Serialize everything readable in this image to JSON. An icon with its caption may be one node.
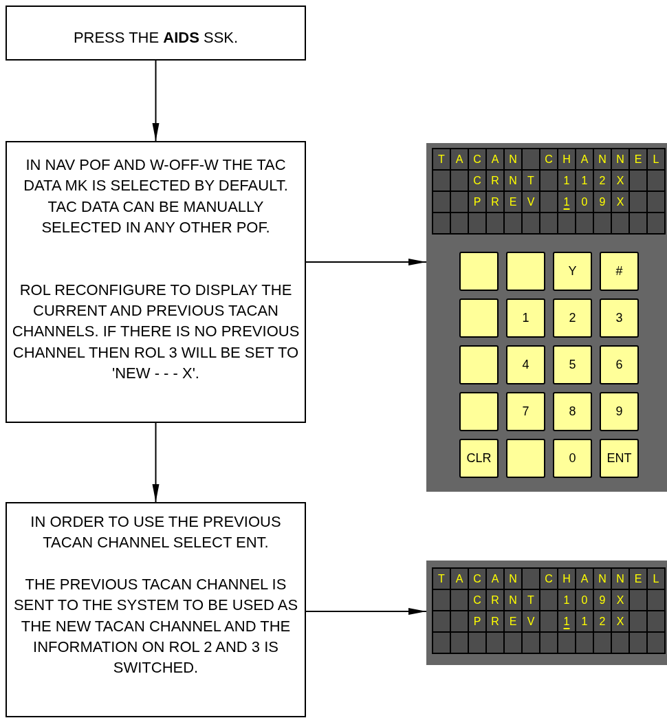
{
  "diagram": {
    "nodes": [
      {
        "text": [
          "PRESS THE **AIDS** SSK."
        ]
      },
      {
        "text": [
          "IN NAV POF AND W-OFF-W THE TAC DATA MK IS SELECTED BY DEFAULT.",
          "TAC DATA CAN BE MANUALLY SELECTED IN ANY OTHER POF.",
          "ROL RECONFIGURE TO DISPLAY THE CURRENT AND PREVIOUS TACAN CHANNELS. IF THERE IS NO PREVIOUS CHANNEL THEN ROL 3 WILL BE SET TO 'NEW - - - X'."
        ]
      },
      {
        "text": [
          "IN ORDER TO USE THE PREVIOUS TACAN CHANNEL SELECT ENT.",
          "THE PREVIOUS TACAN CHANNEL IS SENT TO THE SYSTEM TO BE USED AS THE NEW TACAN CHANNEL AND THE INFORMATION ON ROL 2 AND 3 IS SWITCHED."
        ]
      },
      {
        "text": [],
        "shape": "box"
      },
      {
        "text": [],
        "shape": "box",
        "in": 3
      },
      {
        "text": [],
        "shape": "box",
        "in": 3
      },
      {
        "text": [
          "Y"
        ],
        "in": 3
      },
      {
        "text": [
          "#"
        ],
        "in": 3
      },
      {
        "text": [],
        "shape": "box",
        "in": 3
      },
      {
        "text": [
          "1"
        ],
        "in": 3
      },
      {
        "text": [
          "2"
        ],
        "in": 3
      },
      {
        "text": [
          "3"
        ],
        "in": 3
      },
      {
        "text": [],
        "shape": "box",
        "in": 3
      },
      {
        "text": [
          "4"
        ],
        "in": 3
      },
      {
        "text": [
          "5"
        ],
        "in": 3
      },
      {
        "text": [
          "6"
        ],
        "in": 3
      },
      {
        "text": [],
        "shape": "box",
        "in": 3
      },
      {
        "text": [
          "7"
        ],
        "in": 3
      },
      {
        "text": [
          "8"
        ],
        "in": 3
      },
      {
        "text": [
          "9"
        ],
        "in": 3
      },
      {
        "text": [
          "CLR"
        ],
        "in": 3
      },
      {
        "text": [],
        "shape": "box",
        "in": 3
      },
      {
        "text": [
          "0"
        ],
        "in": 3
      },
      {
        "text": [
          "ENT"
        ],
        "in": 3
      },
      {
        "text": [],
        "shape": "box"
      }
    ],
    "edges": [
      {
        "from": 0,
        "to": 1,
        "arrow": "to"
      },
      {
        "from": 1,
        "to": 2,
        "arrow": "to"
      },
      {
        "from": 1,
        "to": 3,
        "arrow": "to"
      },
      {
        "from": 2,
        "to": 24,
        "arrow": "to"
      }
    ],
    "labels": [
      "T A C A N C H A N N E L",
      "C R N T 1 1 2 X",
      "P R E V 1 0 9 X",
      "T A C A N C H A N N E L",
      "C R N T 1 0 9 X",
      "P R E V 1 1 2 X"
    ]
  }
}
